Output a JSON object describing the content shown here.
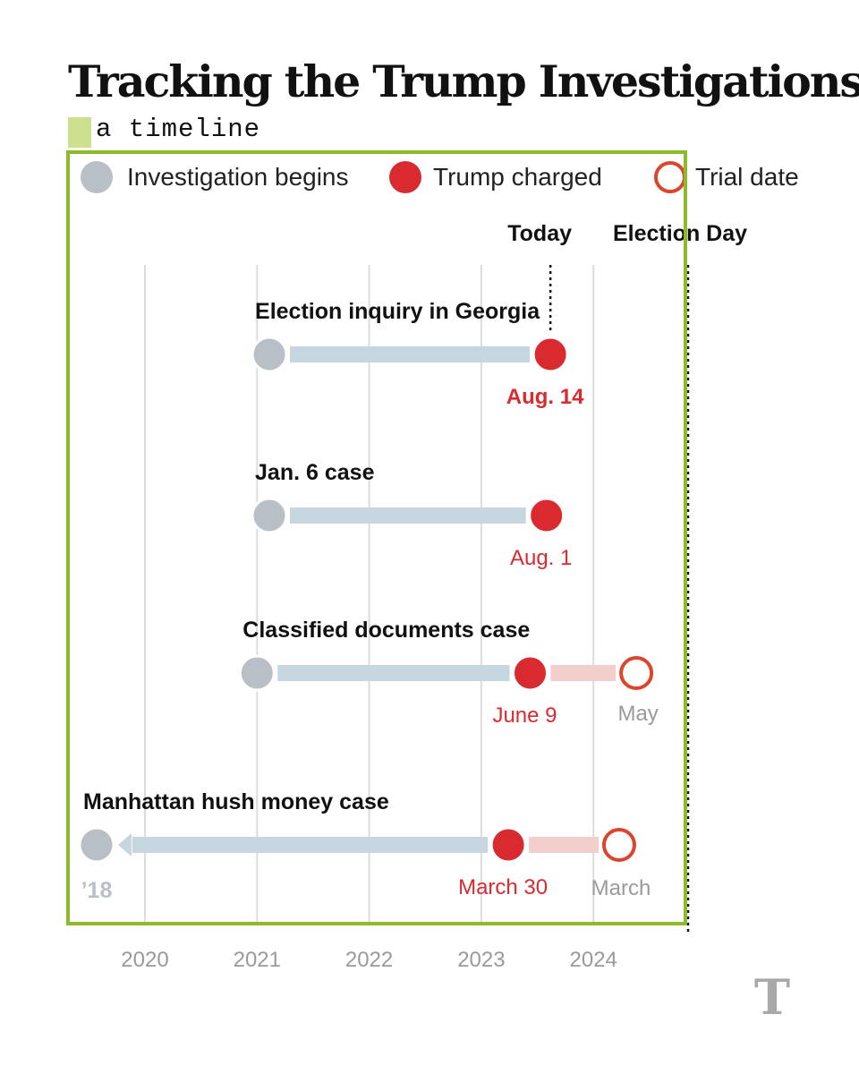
{
  "header": {
    "title": "Tracking the Trump Investigations",
    "subtitle": "a timeline"
  },
  "legend": [
    {
      "label": "Investigation begins",
      "marker": "filled-gray-circle",
      "color": "#b9bfc7"
    },
    {
      "label": "Trump charged",
      "marker": "filled-red-circle",
      "color": "#d92b2f"
    },
    {
      "label": "Trial date",
      "marker": "open-red-circle",
      "color": "#d9452d"
    }
  ],
  "colors": {
    "investigation": "#b9bfc7",
    "charged": "#d92b2f",
    "trial": "#d9452d",
    "track_blue": "#c6d6de",
    "track_pink": "#f2cfca",
    "frame_accent": "#8dba2b",
    "grid": "#dcdcdc",
    "axis_text": "#9a9a9a"
  },
  "logo": {
    "text": "T",
    "icon": "nyt-t-logo-icon"
  },
  "chart_data": {
    "type": "timeline",
    "x_axis": {
      "type": "date",
      "range": [
        "2019-05-01",
        "2024-11-20"
      ],
      "ticks": [
        {
          "date": "2020-01-01",
          "label": "2020"
        },
        {
          "date": "2021-01-01",
          "label": "2021"
        },
        {
          "date": "2022-01-01",
          "label": "2022"
        },
        {
          "date": "2023-01-01",
          "label": "2023"
        },
        {
          "date": "2024-01-01",
          "label": "2024"
        }
      ],
      "grid": true
    },
    "reference_lines": [
      {
        "label": "Today",
        "date": "2023-08-14"
      },
      {
        "label": "Election Day",
        "date": "2024-11-05"
      }
    ],
    "cases": [
      {
        "name": "Election inquiry in Georgia",
        "investigation_begins": "2021-02-10",
        "charged": "2023-08-14",
        "charged_label": "Aug. 14",
        "charged_label_bold": true,
        "trial": null,
        "trial_label": ""
      },
      {
        "name": "Jan. 6 case",
        "investigation_begins": "2021-02-10",
        "charged": "2023-08-01",
        "charged_label": "Aug. 1",
        "charged_label_bold": false,
        "trial": null,
        "trial_label": ""
      },
      {
        "name": "Classified documents case",
        "investigation_begins": "2021-01-01",
        "charged": "2023-06-09",
        "charged_label": "June 9",
        "charged_label_bold": false,
        "trial": "2024-05-20",
        "trial_label": "May"
      },
      {
        "name": "Manhattan hush money case",
        "investigation_begins": "2018-08-01",
        "investigation_label": "’18",
        "off_axis_start": true,
        "charged": "2023-03-30",
        "charged_label": "March 30",
        "charged_label_bold": false,
        "trial": "2024-03-25",
        "trial_label": "March"
      }
    ]
  }
}
